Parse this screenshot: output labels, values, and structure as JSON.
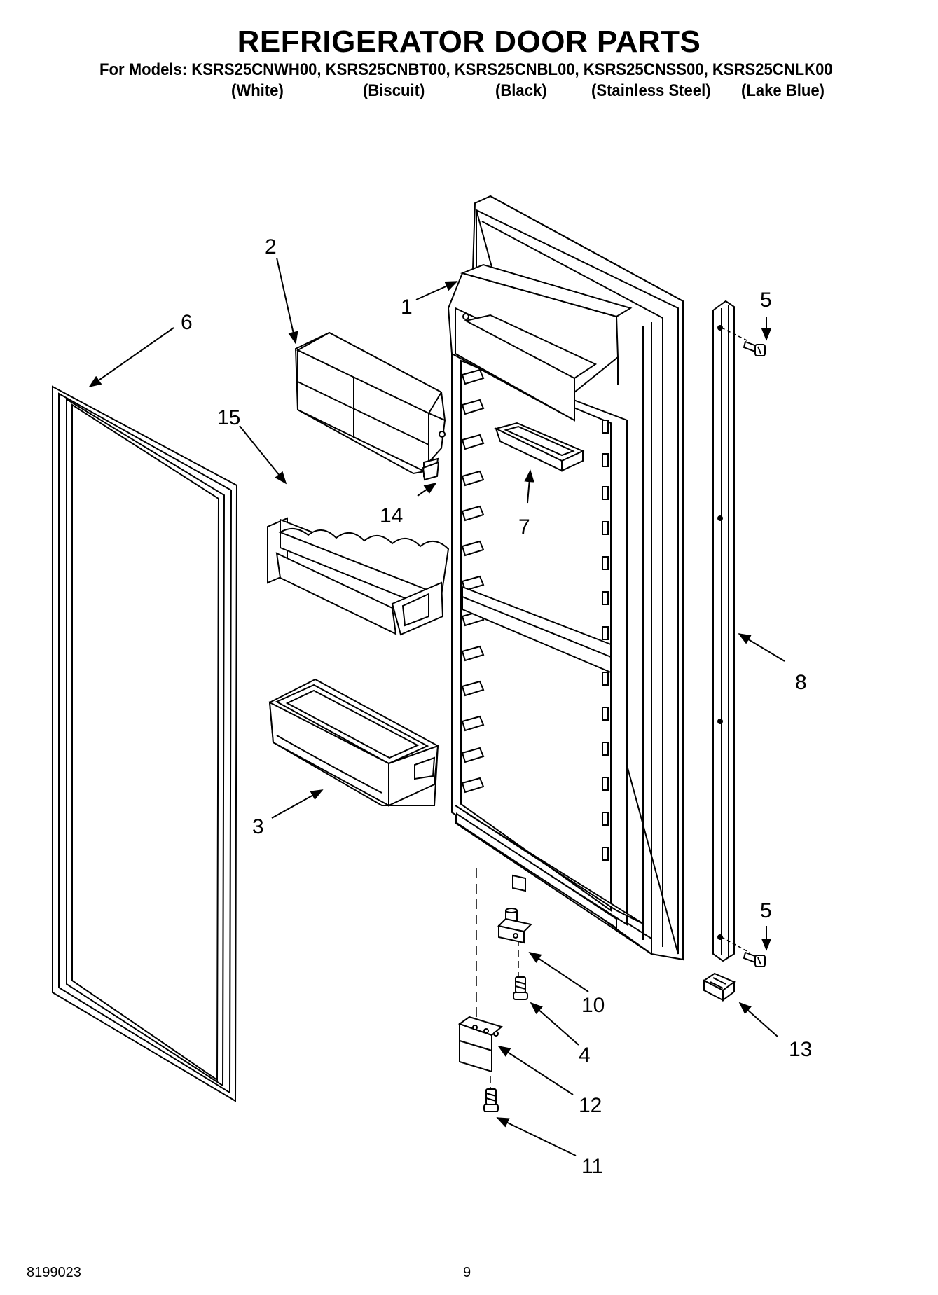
{
  "header": {
    "title": "REFRIGERATOR DOOR PARTS",
    "models_line": "For Models: KSRS25CNWH00, KSRS25CNBT00, KSRS25CNBL00, KSRS25CNSS00, KSRS25CNLK00",
    "colors": [
      "(White)",
      "(Biscuit)",
      "(Black)",
      "(Stainless Steel)",
      "(Lake Blue)"
    ]
  },
  "callouts": {
    "c1": "1",
    "c2": "2",
    "c3": "3",
    "c4": "4",
    "c5a": "5",
    "c5b": "5",
    "c6": "6",
    "c7": "7",
    "c8": "8",
    "c10": "10",
    "c11": "11",
    "c12": "12",
    "c13": "13",
    "c14": "14",
    "c15": "15"
  },
  "footer": {
    "doc_number": "8199023",
    "page_number": "9"
  }
}
